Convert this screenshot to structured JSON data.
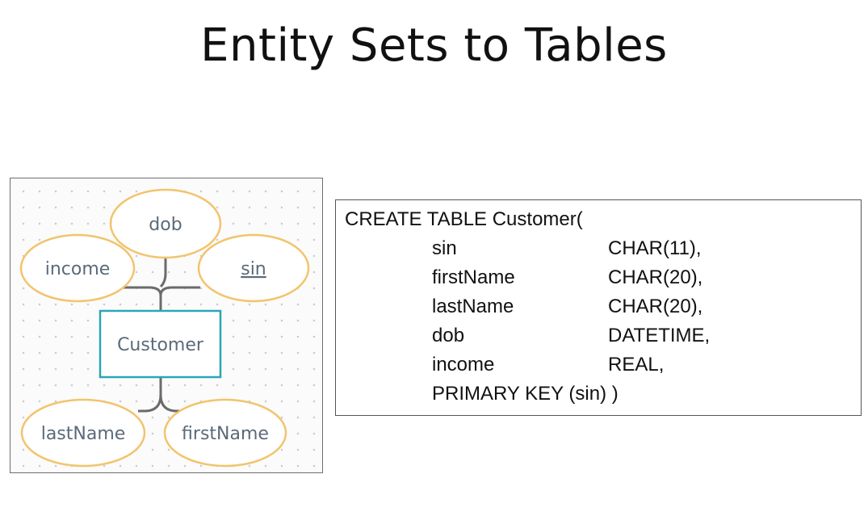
{
  "title": "Entity Sets to Tables",
  "diagram": {
    "entity": {
      "label": "Customer"
    },
    "attributes": [
      {
        "id": "dob",
        "label": "dob",
        "key": false
      },
      {
        "id": "income",
        "label": "income",
        "key": false
      },
      {
        "id": "sin",
        "label": "sin",
        "key": true
      },
      {
        "id": "lastName",
        "label": "lastName",
        "key": false
      },
      {
        "id": "firstName",
        "label": "firstName",
        "key": false
      }
    ],
    "colors": {
      "attribute_border": "#f2c46d",
      "entity_border": "#2ba6b5",
      "connector": "#6b6b6b",
      "label_text": "#5b6a79"
    }
  },
  "sql": {
    "header": "CREATE TABLE Customer(",
    "columns": [
      {
        "name": "sin",
        "type": "CHAR(11),"
      },
      {
        "name": "firstName",
        "type": "CHAR(20),"
      },
      {
        "name": "lastName",
        "type": "CHAR(20),"
      },
      {
        "name": "dob",
        "type": "DATETIME,"
      },
      {
        "name": "income",
        "type": "REAL,"
      }
    ],
    "footer": "PRIMARY KEY (sin) )"
  }
}
